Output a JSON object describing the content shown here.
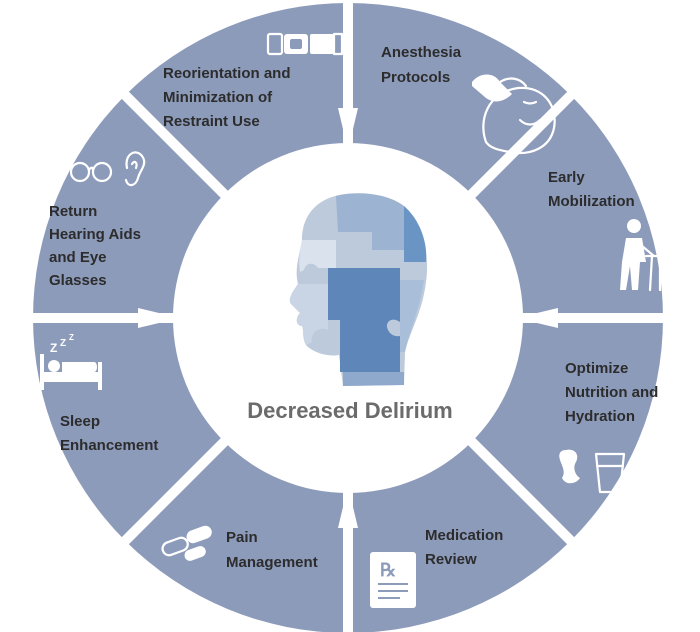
{
  "center": {
    "label": "Decreased Delirium"
  },
  "colors": {
    "segment": "#8d9bbb",
    "background": "#ffffff",
    "center_text": "#6b6b6b",
    "label_text": "#2c2c2c"
  },
  "segments": [
    {
      "id": "anesthesia",
      "label_lines": [
        "Anesthesia",
        "Protocols"
      ],
      "icon": "patient-with-mask-icon"
    },
    {
      "id": "mobilization",
      "label_lines": [
        "Early",
        "Mobilization"
      ],
      "icon": "person-with-walker-icon"
    },
    {
      "id": "nutrition",
      "label_lines": [
        "Optimize",
        "Nutrition and",
        "Hydration"
      ],
      "icon": "apple-core-and-glass-icon"
    },
    {
      "id": "medication",
      "label_lines": [
        "Medication",
        "Review"
      ],
      "icon": "prescription-icon"
    },
    {
      "id": "pain",
      "label_lines": [
        "Pain",
        "Management"
      ],
      "icon": "pills-icon"
    },
    {
      "id": "sleep",
      "label_lines": [
        "Sleep",
        "Enhancement"
      ],
      "icon": "sleeping-in-bed-icon"
    },
    {
      "id": "hearing",
      "label_lines": [
        "Return",
        "Hearing Aids",
        "and Eye",
        "Glasses"
      ],
      "icon": "glasses-and-ear-icon"
    },
    {
      "id": "reorientation",
      "label_lines": [
        "Reorientation and",
        "Minimization of",
        "Restraint Use"
      ],
      "icon": "restraint-buckle-icon"
    }
  ]
}
